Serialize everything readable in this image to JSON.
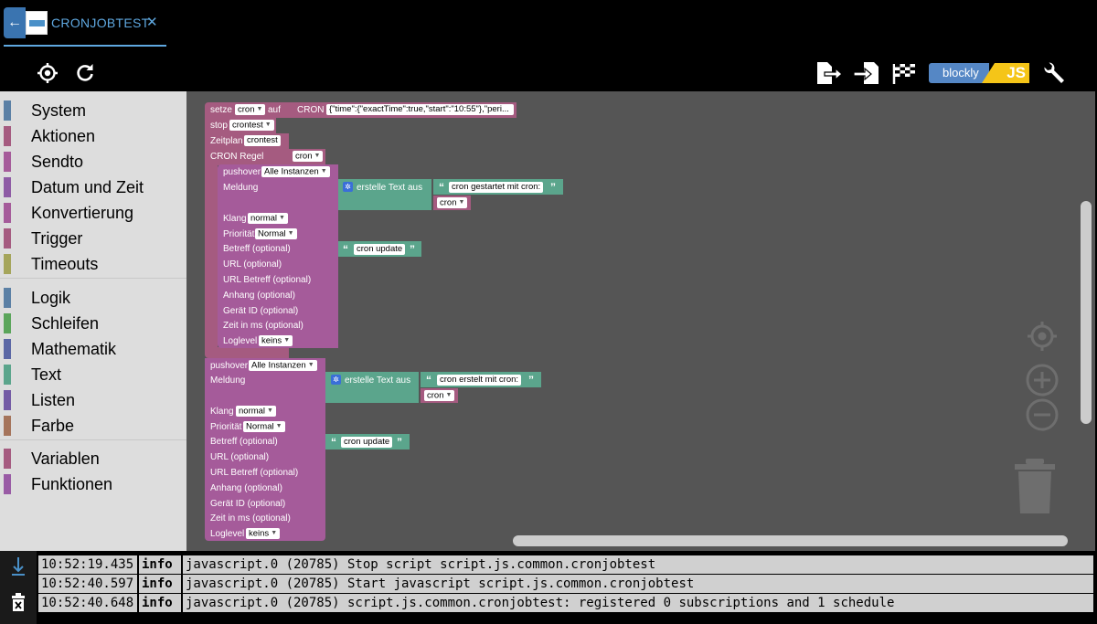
{
  "tab": {
    "title": "CRONJOBTEST",
    "close": "✕",
    "back": "←"
  },
  "toolbar": {
    "blockly_label": "blockly",
    "js_label": "JS"
  },
  "sidebar": {
    "items": [
      {
        "label": "System",
        "color": "#5b80a5"
      },
      {
        "label": "Aktionen",
        "color": "#a55b80"
      },
      {
        "label": "Sendto",
        "color": "#a55b9a"
      },
      {
        "label": "Datum und Zeit",
        "color": "#8e5ba5"
      },
      {
        "label": "Konvertierung",
        "color": "#a55b9a"
      },
      {
        "label": "Trigger",
        "color": "#a55b80"
      },
      {
        "label": "Timeouts",
        "color": "#a5a55b"
      },
      {
        "label": "Logik",
        "color": "#5b80a5"
      },
      {
        "label": "Schleifen",
        "color": "#5ba55b"
      },
      {
        "label": "Mathematik",
        "color": "#5b67a5"
      },
      {
        "label": "Text",
        "color": "#5ba58c"
      },
      {
        "label": "Listen",
        "color": "#745ba5"
      },
      {
        "label": "Farbe",
        "color": "#a5745b"
      },
      {
        "label": "Variablen",
        "color": "#a55b80"
      },
      {
        "label": "Funktionen",
        "color": "#995ba5"
      }
    ]
  },
  "blocks": {
    "setze": "setze",
    "setze_var": "cron",
    "auf": "auf",
    "cron_kw": "CRON",
    "cron_value": "{\"time\":{\"exactTime\":true,\"start\":\"10:55\"},\"peri...",
    "stop": "stop",
    "stop_val": "crontest",
    "zeitplan": "Zeitplan",
    "zeitplan_val": "crontest",
    "cron_regel": "CRON Regel",
    "cron_regel_var": "cron",
    "p1": {
      "pushover": "pushover",
      "instances": "Alle Instanzen",
      "meldung": "Meldung",
      "erstelle": "erstelle Text aus",
      "text": "cron gestartet mit cron:",
      "cron_var": "cron",
      "klang": "Klang",
      "klang_val": "normal",
      "prioritaet": "Priorität",
      "prio_val": "Normal",
      "betreff": "Betreff (optional)",
      "betreff_val": "cron update",
      "url": "URL (optional)",
      "url_betreff": "URL Betreff (optional)",
      "anhang": "Anhang (optional)",
      "geraet": "Gerät ID (optional)",
      "zeit": "Zeit in ms (optional)",
      "loglevel": "Loglevel",
      "loglevel_val": "keins"
    },
    "p2": {
      "pushover": "pushover",
      "instances": "Alle Instanzen",
      "meldung": "Meldung",
      "erstelle": "erstelle Text aus",
      "text": "cron erstelt mit cron:",
      "cron_var": "cron",
      "klang": "Klang",
      "klang_val": "normal",
      "prioritaet": "Priorität",
      "prio_val": "Normal",
      "betreff": "Betreff (optional)",
      "betreff_val": "cron update",
      "url": "URL (optional)",
      "url_betreff": "URL Betreff (optional)",
      "anhang": "Anhang (optional)",
      "geraet": "Gerät ID (optional)",
      "zeit": "Zeit in ms (optional)",
      "loglevel": "Loglevel",
      "loglevel_val": "keins"
    }
  },
  "log": {
    "rows": [
      {
        "time": "10:52:19.435",
        "level": "info",
        "msg": "javascript.0 (20785) Stop script script.js.common.cronjobtest"
      },
      {
        "time": "10:52:40.597",
        "level": "info",
        "msg": "javascript.0 (20785) Start javascript script.js.common.cronjobtest"
      },
      {
        "time": "10:52:40.648",
        "level": "info",
        "msg": "javascript.0 (20785) script.js.common.cronjobtest: registered 0 subscriptions and 1 schedule"
      }
    ]
  }
}
